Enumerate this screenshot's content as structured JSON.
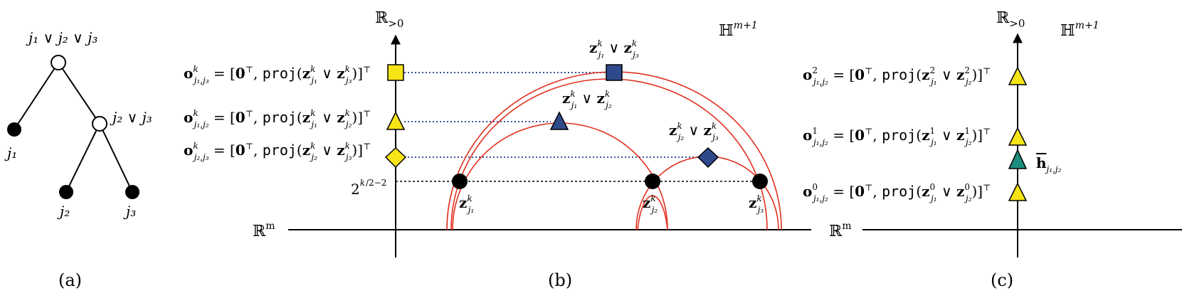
{
  "panel_a": {
    "caption": "(a)",
    "root_label": "j₁ ∨ j₂ ∨ j₃",
    "inner_label": "j₂ ∨ j₃",
    "leaf1": "j₁",
    "leaf2": "j₂",
    "leaf3": "j₃"
  },
  "panel_b": {
    "caption": "(b)",
    "axis_top_label": "ℝ>0",
    "axis_left_label": "ℝm",
    "space_label": "ℍm+1",
    "tick_label": "2^(k/2−2)",
    "eq1": "oᵏ j1,j3 = [0ᵀ, proj(zᵏ j1 ∨ zᵏ j3)]ᵀ",
    "eq2": "oᵏ j1,j2 = [0ᵀ, proj(zᵏ j1 ∨ zᵏ j2)]ᵀ",
    "eq3": "oᵏ j2,j3 = [0ᵀ, proj(zᵏ j2 ∨ zᵏ j3)]ᵀ",
    "join13": "zᵏ j1 ∨ zᵏ j3",
    "join12": "zᵏ j1 ∨ zᵏ j2",
    "join23": "zᵏ j2 ∨ zᵏ j3",
    "z1": "zᵏ j1",
    "z2": "zᵏ j2",
    "z3": "zᵏ j3"
  },
  "panel_c": {
    "caption": "(c)",
    "axis_top_label": "ℝ>0",
    "axis_left_label": "ℝm",
    "space_label": "ℍm+1",
    "eq_top": "o² j1,j2 = [0ᵀ, proj(z² j1 ∨ z² j2)]ᵀ",
    "eq_mid": "o¹ j1,j2 = [0ᵀ, proj(z¹ j1 ∨ z¹ j2)]ᵀ",
    "eq_bot": "o⁰ j1,j2 = [0ᵀ, proj(z⁰ j1 ∨ z⁰ j2)]ᵀ",
    "hbar": "h̄ j1,j2"
  },
  "colors": {
    "geodesic": "#e0301e",
    "dotted_blue": "#3a4f9a",
    "yellow": "#f6e416",
    "navy": "#2f4a8a",
    "teal": "#1e8c7c"
  }
}
